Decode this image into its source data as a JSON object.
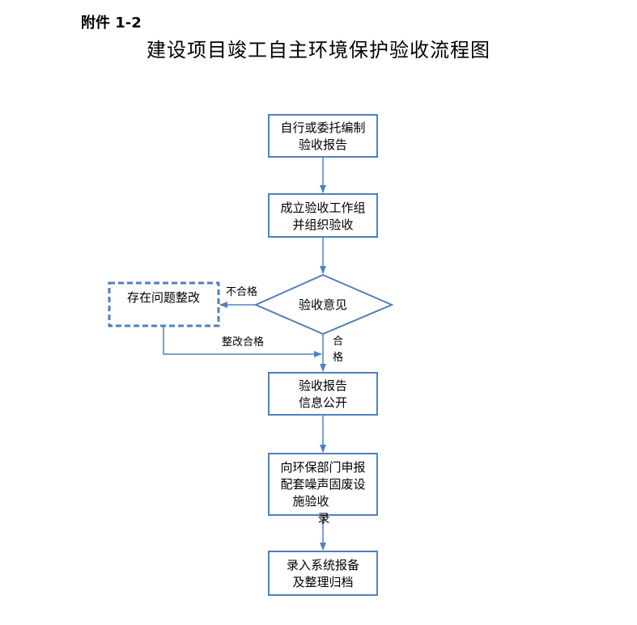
{
  "header": {
    "attachment": "附件 1-2",
    "title": "建设项目竣工自主环境保护验收流程图"
  },
  "flow": {
    "step1": [
      "自行或委托编制",
      "验收报告"
    ],
    "step2": [
      "成立验收工作组",
      "并组织验收"
    ],
    "decision": "验收意见",
    "fail_label": "不合格",
    "rectify_box": "存在问题整改",
    "rectify_pass_label": "整改合格",
    "pass_label": [
      "合",
      "格"
    ],
    "step3": [
      "验收报告",
      "信息公开"
    ],
    "step4": [
      "向环保部门申报",
      "配套噪声固废设",
      "施验收"
    ],
    "overflow_char": "录",
    "step5": [
      "录入系统报备",
      "及整理归档"
    ]
  },
  "colors": {
    "box_stroke": "#4f81bd",
    "arrow": "#4f81bd"
  }
}
